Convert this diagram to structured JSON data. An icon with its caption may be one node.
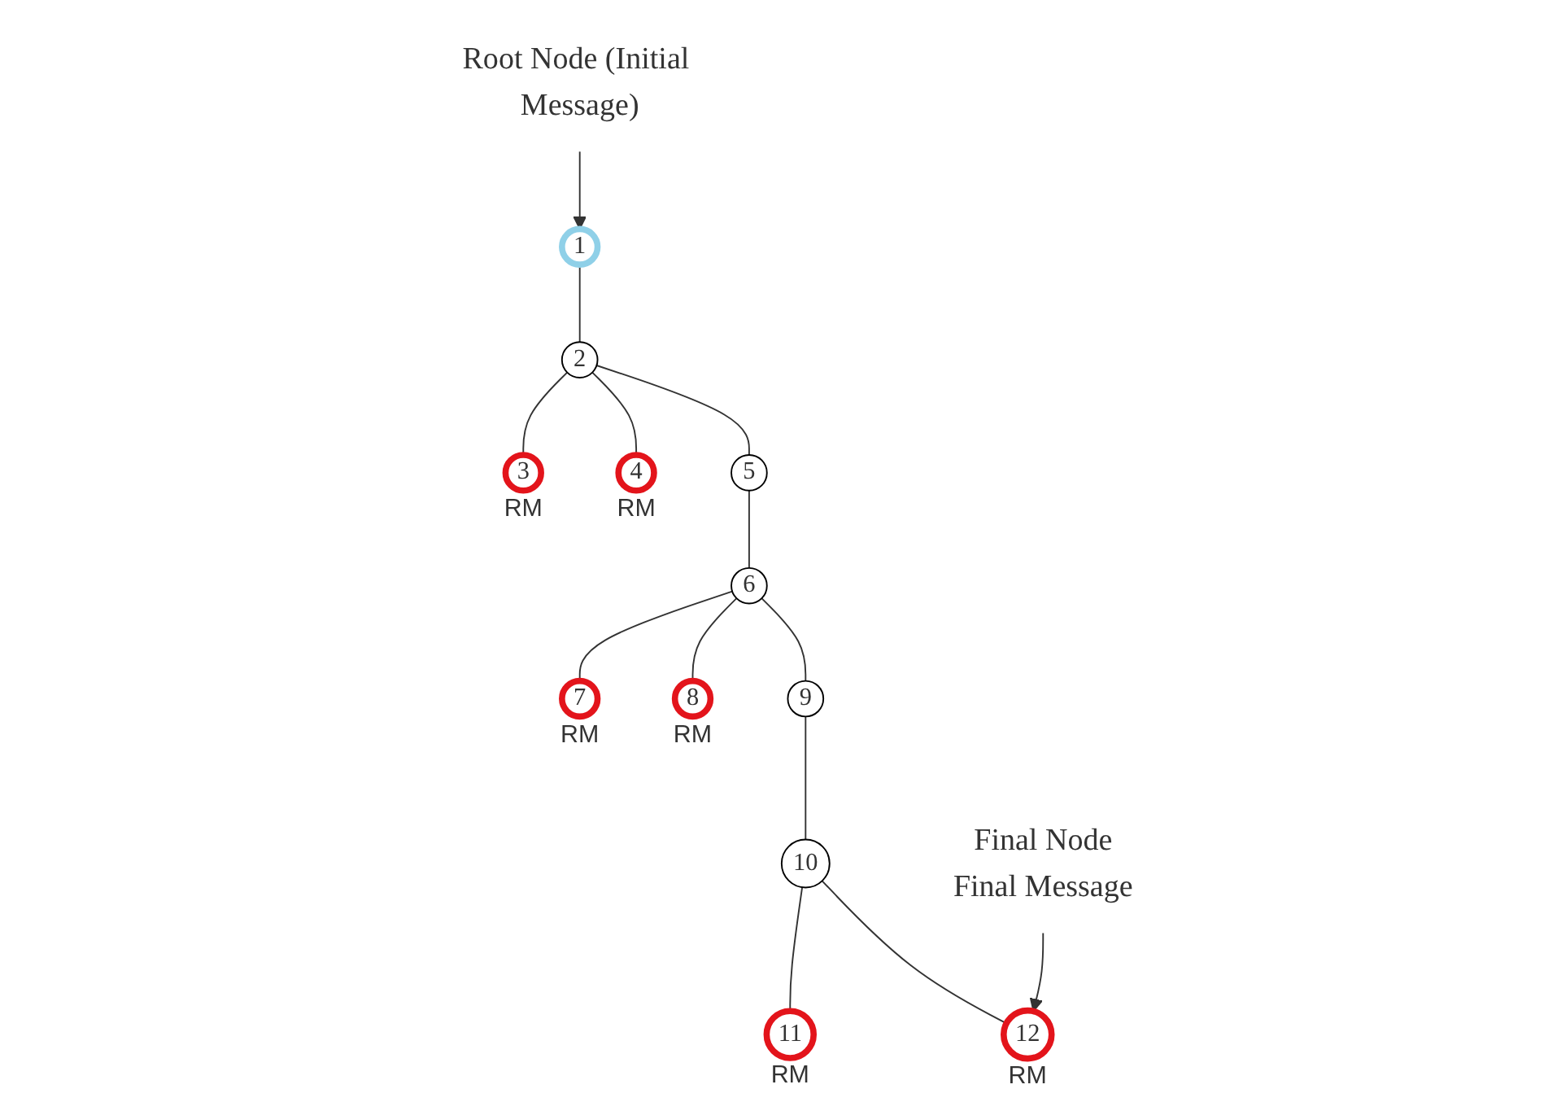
{
  "diagram": {
    "nodes": [
      {
        "text": [
          "Root Node (Initial Message)"
        ]
      },
      {
        "text": [
          "1"
        ]
      },
      {
        "text": [
          "2"
        ]
      },
      {
        "text": [
          "3"
        ],
        "beside": [
          "RM"
        ]
      },
      {
        "text": [
          "4"
        ],
        "beside": [
          "RM"
        ]
      },
      {
        "text": [
          "5"
        ]
      },
      {
        "text": [
          "6"
        ]
      },
      {
        "text": [
          "7"
        ],
        "beside": [
          "RM"
        ]
      },
      {
        "text": [
          "8"
        ],
        "beside": [
          "RM"
        ]
      },
      {
        "text": [
          "9"
        ]
      },
      {
        "text": [
          "10"
        ]
      },
      {
        "text": [
          "11"
        ],
        "beside": [
          "RM"
        ]
      },
      {
        "text": [
          "12"
        ],
        "beside": [
          "RM"
        ]
      },
      {
        "text": [
          "Final Node",
          "Final Message"
        ]
      }
    ],
    "edges": [
      {
        "from": 0,
        "to": 1,
        "arrow": "to"
      },
      {
        "from": 1,
        "to": 2,
        "arrow": "none"
      },
      {
        "from": 2,
        "to": 3,
        "arrow": "none"
      },
      {
        "from": 2,
        "to": 4,
        "arrow": "none"
      },
      {
        "from": 2,
        "to": 5,
        "arrow": "none"
      },
      {
        "from": 5,
        "to": 6,
        "arrow": "none"
      },
      {
        "from": 6,
        "to": 7,
        "arrow": "none"
      },
      {
        "from": 6,
        "to": 8,
        "arrow": "none"
      },
      {
        "from": 6,
        "to": 9,
        "arrow": "none"
      },
      {
        "from": 9,
        "to": 10,
        "arrow": "none"
      },
      {
        "from": 10,
        "to": 11,
        "arrow": "none"
      },
      {
        "from": 10,
        "to": 12,
        "arrow": "none"
      },
      {
        "from": 13,
        "to": 12,
        "arrow": "to"
      }
    ]
  }
}
